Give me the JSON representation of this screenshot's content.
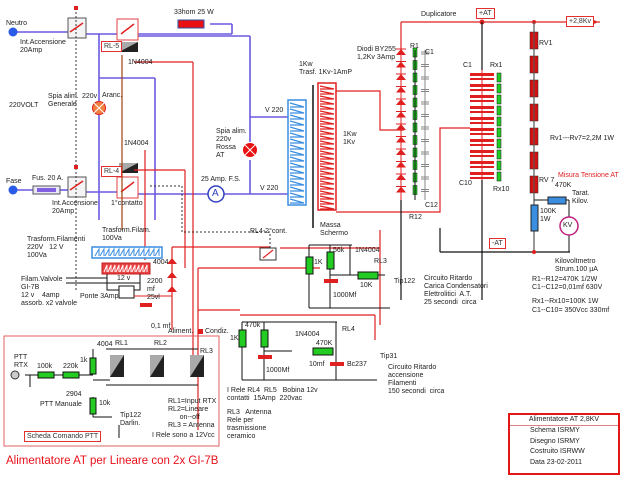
{
  "title": "Alimentatore AT per Lineare con 2x GI-7B",
  "colors": {
    "title": "#e8101a",
    "hv_wire": "#e02020",
    "ac_wire": "#6a5ae0",
    "primary_coil": "#3a8ee0",
    "secondary_coil": "#e02020",
    "resistor": "#22cc22",
    "lamp": "#f08040"
  },
  "mains": {
    "neutro": "Neutro",
    "fase": "Fase",
    "int_accensione_1": "Int.Accensione\n20Amp",
    "int_accensione_2": "Int.Accensione\n20Amp",
    "fuse": "Fus. 20 A.",
    "voltage": "220VOLT",
    "spia_generale": "Spia alim.\nGenerale",
    "lamp_220v": "220v",
    "lamp_aranc": "Aranc.",
    "resistor_33ohm": "33hom 25 W",
    "rl5": "RL-5",
    "rl4": "RL-4",
    "diode_1": "1N4004",
    "diode_2": "1N4004",
    "contact_1": "1°contatto",
    "spia_at": "Spia alim.\n220v\nRossa\nAT",
    "ammeter": "25 Amp. F.S.",
    "ammeter_symbol": "A",
    "v220_top": "V 220",
    "v220_bottom": "V 220"
  },
  "transformer": {
    "top": "1Kw\nTrasf. 1Kv-1AmP",
    "secondary": "1Kw\n1Kv",
    "shield": "Massa\nSchermo"
  },
  "doubler": {
    "label": "Duplicatore",
    "diodes": "Diodi BY255\n1,2Kv 3Amp",
    "r1": "R1",
    "c1": "C1",
    "r12": "R12",
    "c12": "C12",
    "cap_c1": "C1",
    "cap_c10": "C10",
    "rx1": "Rx1",
    "rx10": "Rx10",
    "plus_at": "+AT",
    "minus_at": "-AT",
    "output": "+2,8Kv"
  },
  "meter": {
    "rv1": "RV1",
    "rv7": "RV 7",
    "rv_note": "Rv1---Rv7=2,2M 1W",
    "title": "Misura Tensione AT",
    "trim": "470K",
    "trim_label": "Tarat.\nKilov.",
    "r100k": "100K\n1W",
    "kv": "KV",
    "kilovoltmetro": "Kilovoltmetro\nStrum.100 µA",
    "notes": [
      "R1--R12=470K 1/2W",
      "C1--C12=0,01mf 630V",
      "Rx1--Rx10=100K 1W",
      "C1--C10= 350Vcc 330mf"
    ]
  },
  "filament": {
    "trasform": "Trasform.Filamenti\n220V   12 V\n100Va",
    "trasform_filam": "Trasform.Filam.\n100Va",
    "valvole": "Filam.Valvole\nGI-7B\n12 v    4amp\nassorb. x2 valvole",
    "v12": "12 v",
    "ponte": "Ponte 3Amp",
    "d4004": "4004",
    "cap": "2200\nmf\n25vl",
    "cap2": "0,1 mf",
    "aliment": "Aliment.",
    "condiz": "Condiz."
  },
  "delay1": {
    "rl4_contact": "RL4-2°cont.",
    "r1k": "1K",
    "r56k": "56k",
    "diode": "1N4004",
    "rl3": "RL3",
    "r10k": "10K",
    "cap": "1000Mf",
    "tip": "Tip122",
    "desc": "Circuito Ritardo\nCarica Condensatori\nElettrolitici  A.T.\n25 secondi  circa"
  },
  "delay2": {
    "r1k": "1K",
    "r470k": "470k",
    "diode": "1N4004",
    "r470k_2": "470K",
    "rl4": "RL4",
    "cap": "1000Mf",
    "cap2": "10mf",
    "bc": "Bc237",
    "tip": "Tip31",
    "desc": "Circuito Ritardo\naccensione\nFilamenti\n150 secondi  circa",
    "note1": "I Rele RL4  RL5   Bobina 12v\ncontatti  15Amp  220vac",
    "note2": "RL3   Antenna\nRele per\ntrasmissione\nceramico"
  },
  "ptt": {
    "board": "Scheda Comando PTT",
    "ptt_rtx": "PTT\nRTX",
    "r100k": "100k",
    "r220k": "220k",
    "r1k": "1k",
    "d4004": "4004",
    "rl1": "RL1",
    "rl2": "RL2",
    "rl3": "RL3",
    "q2904": "2904",
    "r10k": "10k",
    "manual": "PTT Manuale",
    "tip": "Tip122\nDarlin.",
    "legend": "RL1=Input RTX\nRL2=Lineare\n      on--off\nRL3 = Antenna",
    "note": "I Rele sono a 12Vcc"
  },
  "info": {
    "header": "Alimentatore AT 2,8KV",
    "rows": [
      "Schema ISRMY",
      "Disegno ISRMY",
      "Costruito ISRWW",
      "Data 23-02-2011"
    ]
  }
}
